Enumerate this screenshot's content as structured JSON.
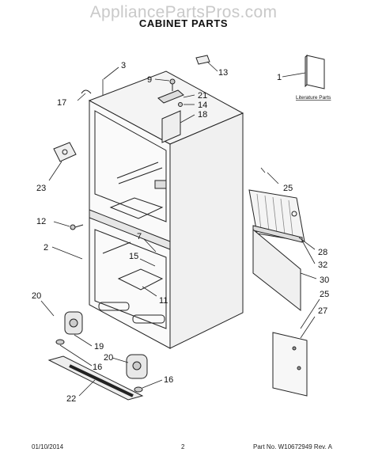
{
  "watermark": "AppliancePartsPros.com",
  "title": "CABINET PARTS",
  "literature_label": "Literature Parts",
  "callouts": [
    "3",
    "13",
    "9",
    "21",
    "14",
    "18",
    "1",
    "17",
    "23",
    "25",
    "12",
    "2",
    "7",
    "15",
    "28",
    "32",
    "30",
    "11",
    "20",
    "25",
    "27",
    "19",
    "20",
    "16",
    "16",
    "22"
  ],
  "footer": {
    "date": "01/10/2014",
    "page": "2",
    "part_no": "Part No. W10672949  Rev. A"
  }
}
